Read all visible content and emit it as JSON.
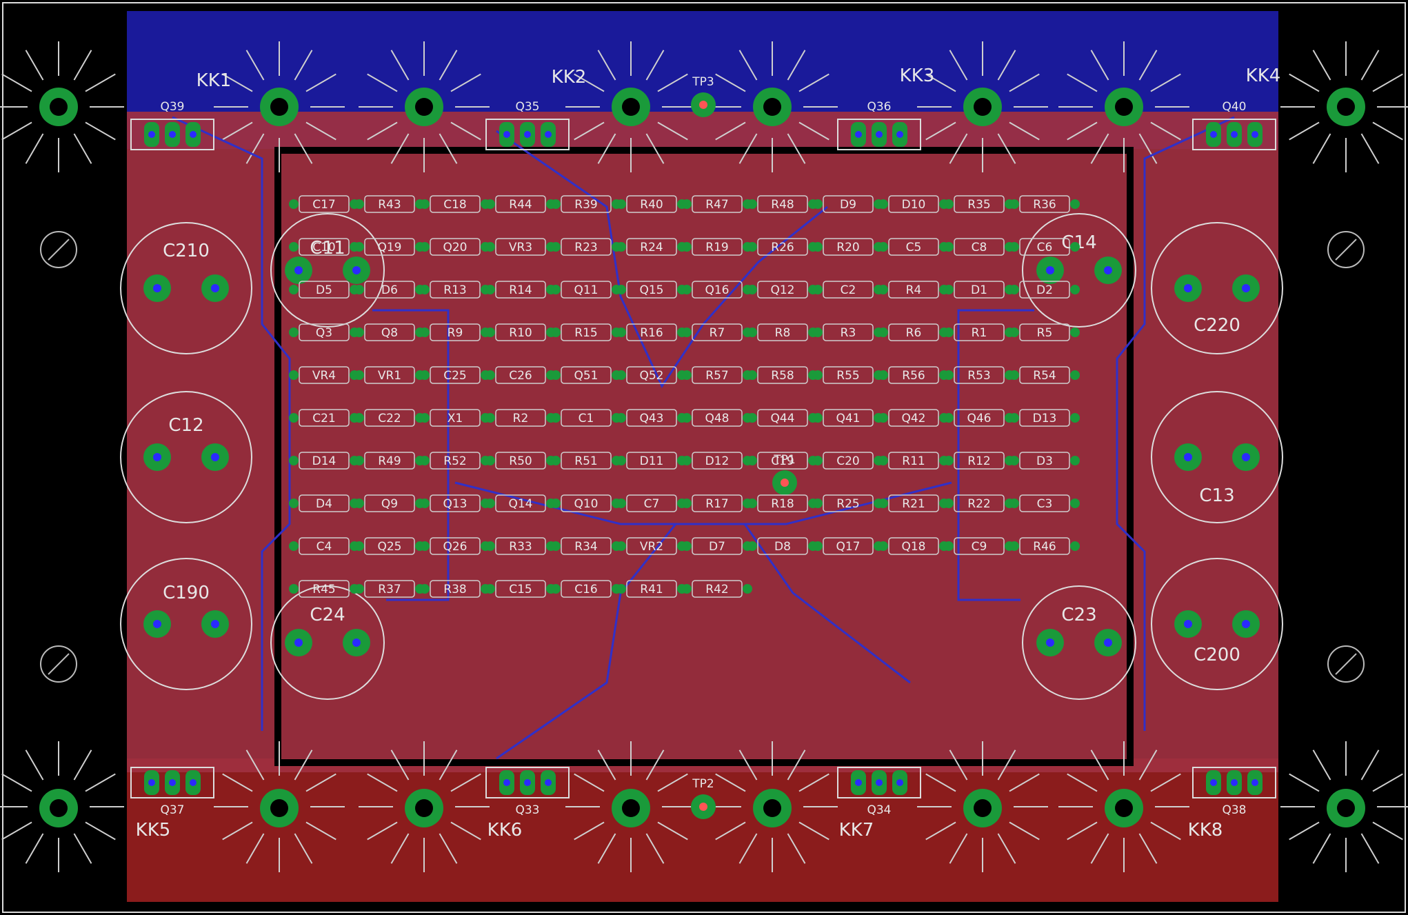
{
  "heatsinks": [
    "KK1",
    "KK2",
    "KK3",
    "KK4",
    "KK5",
    "KK6",
    "KK7",
    "KK8"
  ],
  "transistors_top": [
    "Q39",
    "Q35",
    "Q36",
    "Q40"
  ],
  "transistors_bottom": [
    "Q37",
    "Q33",
    "Q34",
    "Q38"
  ],
  "test_points": [
    "TP1",
    "TP2",
    "TP3"
  ],
  "big_caps_left": [
    "C210",
    "C12",
    "C190"
  ],
  "big_caps_right": [
    "C220",
    "C13",
    "C200"
  ],
  "mid_caps": [
    "C11",
    "C24",
    "C14",
    "C23"
  ],
  "labels": [
    "C17",
    "R43",
    "C18",
    "R44",
    "R39",
    "R40",
    "R47",
    "R48",
    "D9",
    "D10",
    "R35",
    "R36",
    "C10",
    "Q19",
    "Q20",
    "VR3",
    "R23",
    "R24",
    "R19",
    "R26",
    "R20",
    "C5",
    "C8",
    "C6",
    "D5",
    "D6",
    "R13",
    "R14",
    "Q11",
    "Q15",
    "Q16",
    "Q12",
    "C2",
    "R4",
    "D1",
    "D2",
    "Q3",
    "Q8",
    "R9",
    "R10",
    "R15",
    "R16",
    "R7",
    "R8",
    "R3",
    "R6",
    "R1",
    "R5",
    "VR4",
    "VR1",
    "C25",
    "C26",
    "Q51",
    "Q52",
    "R57",
    "R58",
    "R55",
    "R56",
    "R53",
    "R54",
    "C21",
    "C22",
    "X1",
    "R2",
    "C1",
    "Q43",
    "Q48",
    "Q44",
    "Q41",
    "Q42",
    "Q46",
    "D13",
    "D14",
    "R49",
    "R52",
    "R50",
    "R51",
    "D11",
    "D12",
    "C19",
    "C20",
    "R11",
    "R12",
    "D3",
    "D4",
    "Q9",
    "Q13",
    "Q14",
    "Q10",
    "C7",
    "R17",
    "R18",
    "R25",
    "R21",
    "R22",
    "C3",
    "C4",
    "Q25",
    "Q26",
    "R33",
    "R34",
    "VR2",
    "D7",
    "D8",
    "Q17",
    "Q18",
    "C9",
    "R46",
    "R45",
    "R37",
    "R38",
    "C15",
    "C16",
    "R41",
    "R42"
  ]
}
